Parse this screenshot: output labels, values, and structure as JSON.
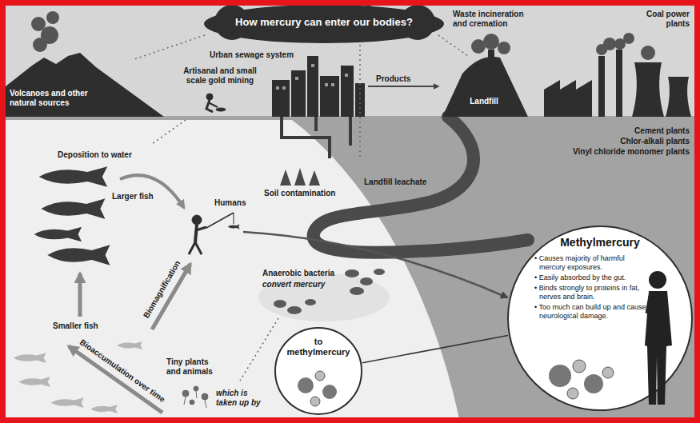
{
  "diagram": {
    "title": "How mercury can enter our bodies?",
    "nodes": [
      {
        "text": [
          "Methylmercury",
          "• Causes majority of harmful mercury exposures.",
          "• Easily absorbed by the gut.",
          "• Binds strongly to proteins in fat, nerves and brain.",
          "• Too much can build up and cause neurological damage."
        ]
      },
      {
        "text": [
          "to methylmercury"
        ]
      }
    ],
    "edges": [
      {
        "from": 1,
        "to": 0,
        "arrow": "none"
      }
    ],
    "labels": [
      "Volcanoes and other natural sources",
      "Urban sewage system",
      "Artisanal and small scale gold mining",
      "Products",
      "Waste incineration and cremation",
      "Landfill",
      "Coal power plants",
      "Cement plants",
      "Chlor-alkali plants",
      "Vinyl chloride monomer plants",
      "Deposition to water",
      "Larger fish",
      "Humans",
      "Soil contamination",
      "Landfill leachate",
      "Anaerobic bacteria",
      "convert mercury",
      "Biomagnification",
      "Smaller fish",
      "Tiny plants and animals",
      "Bioaccumulation over time",
      "which is taken up by"
    ]
  }
}
